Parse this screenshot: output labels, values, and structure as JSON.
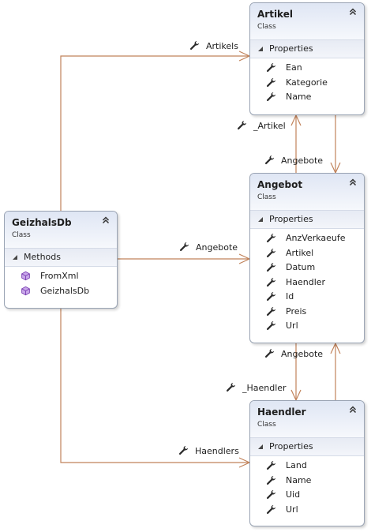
{
  "classes": {
    "artikel": {
      "name": "Artikel",
      "stereotype": "Class",
      "section": "Properties",
      "members": [
        "Ean",
        "Kategorie",
        "Name"
      ]
    },
    "angebot": {
      "name": "Angebot",
      "stereotype": "Class",
      "section": "Properties",
      "members": [
        "AnzVerkaeufe",
        "Artikel",
        "Datum",
        "Haendler",
        "Id",
        "Preis",
        "Url"
      ]
    },
    "haendler": {
      "name": "Haendler",
      "stereotype": "Class",
      "section": "Properties",
      "members": [
        "Land",
        "Name",
        "Uid",
        "Url"
      ]
    },
    "geizhalsdb": {
      "name": "GeizhalsDb",
      "stereotype": "Class",
      "section": "Methods",
      "members": [
        "FromXml",
        "GeizhalsDb"
      ]
    }
  },
  "associations": {
    "artikels": "Artikels",
    "artikel_ref": "_Artikel",
    "artikel_angebote": "Angebote",
    "db_angebote": "Angebote",
    "angebot_angebote": "Angebote",
    "haendler_ref": "_Haendler",
    "haendlers": "Haendlers"
  },
  "colors": {
    "connector": "#c0825a",
    "header": "#dfe6f4",
    "border": "#9aa4b4",
    "method_icon": "#8e4ec6"
  },
  "icons": {
    "property": "wrench-icon",
    "method": "cube-icon",
    "constructor": "cube-lock-icon",
    "collapse": "double-chevron-up-icon",
    "section_toggle": "triangle-down-icon"
  }
}
